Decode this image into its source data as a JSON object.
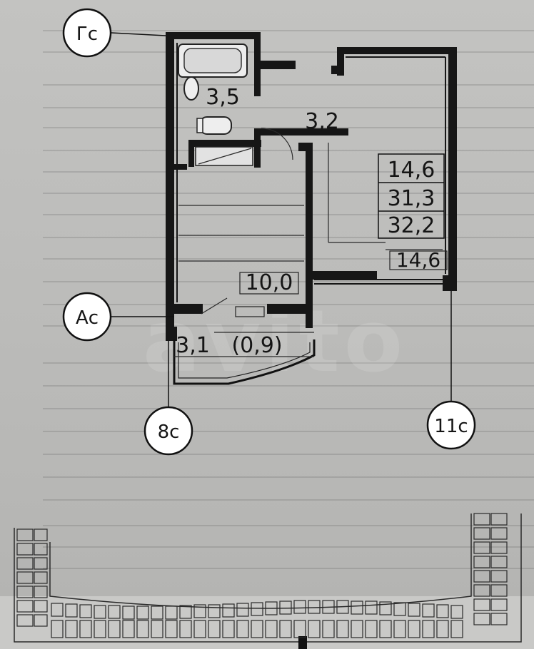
{
  "axes": {
    "top_left": "Гс",
    "left_middle": "Ас",
    "bottom_left": "8с",
    "bottom_right": "11с"
  },
  "rooms": {
    "bathroom": "3,5",
    "corridor": "3,2",
    "kitchen": "10,0",
    "balcony_living": "3,1",
    "balcony_reduced": "(0,9)",
    "living_room": "14,6"
  },
  "summary": {
    "living_area": "14,6",
    "total_area": "31,3",
    "total_with_balcony": "32,2"
  },
  "watermark": "avito"
}
